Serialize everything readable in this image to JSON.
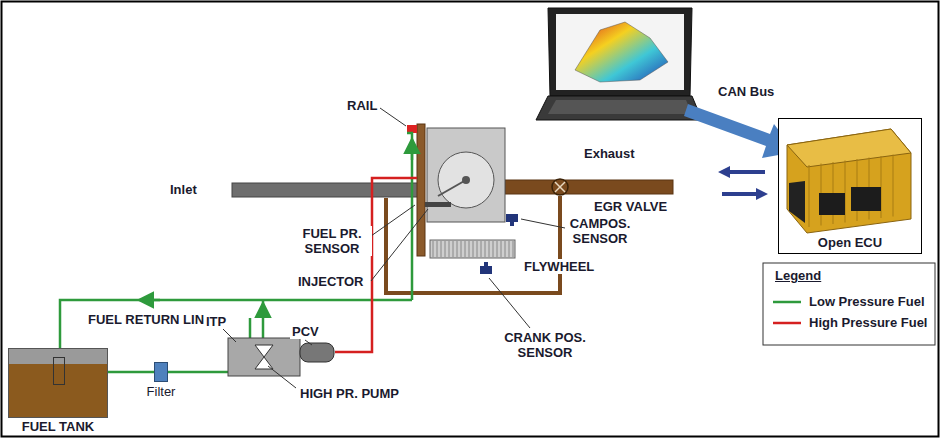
{
  "diagram": {
    "nodes": [
      {
        "text": [
          "FUEL TANK"
        ]
      },
      {
        "text": [
          "Filter"
        ]
      },
      {
        "text": [
          "Open ECU"
        ]
      }
    ],
    "edges": [
      {
        "from": 0,
        "to": 1,
        "arrow": "none"
      }
    ],
    "labels": [
      "RAIL",
      "Inlet",
      "FUEL PR. SENSOR",
      "INJECTOR",
      "Exhaust",
      "EGR VALVE",
      "CAMPOS. SENSOR",
      "FLYWHEEL",
      "FUEL RETURN LINE",
      "ITP",
      "PCV",
      "HIGH PR. PUMP",
      "CRANK POS. SENSOR",
      "CAN Bus",
      "Legend"
    ],
    "legend": [
      {
        "text": "Low Pressure Fuel"
      },
      {
        "text": "High Pressure Fuel"
      }
    ]
  }
}
